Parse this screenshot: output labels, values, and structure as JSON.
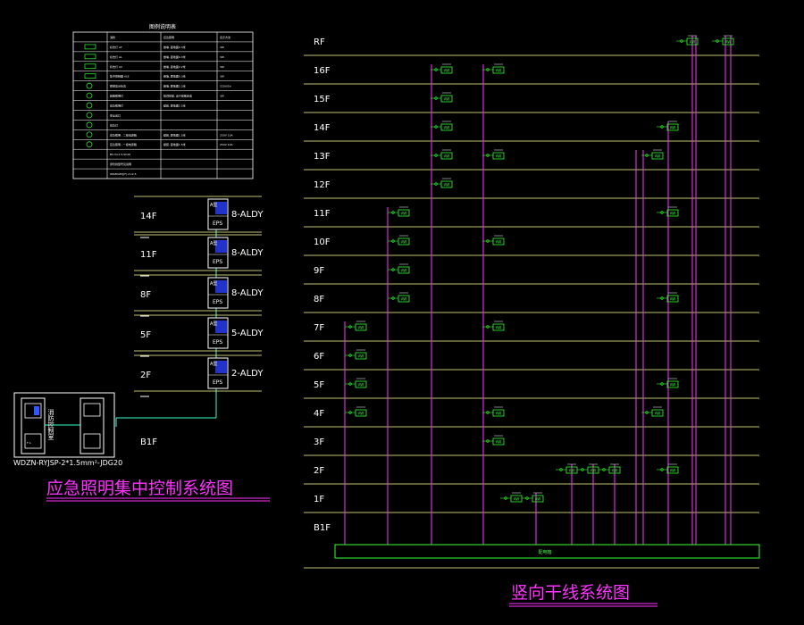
{
  "legend": {
    "title": "图例说明表",
    "rows": [
      [
        "消防",
        "应急照明",
        "表示方法"
      ],
      [
        "标志灯 AF",
        "嵌墙, 距地面0.3米",
        "3W"
      ],
      [
        "标志灯 AL",
        "嵌墙, 距地面0.3米",
        "3W"
      ],
      [
        "标志灯 AV",
        "嵌墙, 距地面2.2米",
        "3W"
      ],
      [
        "集中控制器 ALE",
        "嵌墙, 距地面0.3米",
        "3W"
      ],
      [
        "楼层显示标志",
        "嵌墙, 距地面2.2米",
        "220V/5A"
      ],
      [
        "疏散照明灯",
        "吸顶安装, 设于疏散走道",
        "3W"
      ],
      [
        "应急照明灯",
        "壁装, 距地面2.5米",
        ""
      ],
      [
        "安全出口",
        "",
        ""
      ],
      [
        "应急灯",
        "",
        ""
      ],
      [
        "应急照明 , 二级电源箱",
        "壁装, 距地面1.5米",
        "250V 10A"
      ],
      [
        "应急照明 , 一级电源箱",
        "壁装, 距地面1.5米",
        "250V 10A"
      ],
      [
        "BV-3×2.5-SC20",
        "",
        ""
      ],
      [
        "穿管线型号见说明",
        "",
        ""
      ],
      [
        "WDZN-BYJ(F)-2×2.5",
        "",
        ""
      ]
    ]
  },
  "left_diagram": {
    "floors": [
      "14F",
      "11F",
      "8F",
      "5F",
      "2F"
    ],
    "eps_label": "EPS",
    "box_tag": "A型",
    "aldy": [
      "8-ALDY",
      "8-ALDY",
      "8-ALDY",
      "5-ALDY",
      "2-ALDY"
    ],
    "base_floor": "B1F",
    "cabinet_label": "消防控制室",
    "cable": "WDZN-RYJSP-2*1.5mm²-JDG20",
    "title": "应急照明集中控制系统图"
  },
  "right_diagram": {
    "floors": [
      "RF",
      "16F",
      "15F",
      "14F",
      "13F",
      "12F",
      "11F",
      "10F",
      "9F",
      "8F",
      "7F",
      "6F",
      "5F",
      "4F",
      "3F",
      "2F",
      "1F",
      "B1F"
    ],
    "bus_label": "配电箱",
    "title": "竖向干线系统图",
    "box_code": "AW"
  },
  "colors": {
    "background": "#000000",
    "floor_line": "#ffff99",
    "riser": "#ff33ff",
    "box": "#33ff33",
    "link": "#33ffcc",
    "text": "#ffffff"
  }
}
